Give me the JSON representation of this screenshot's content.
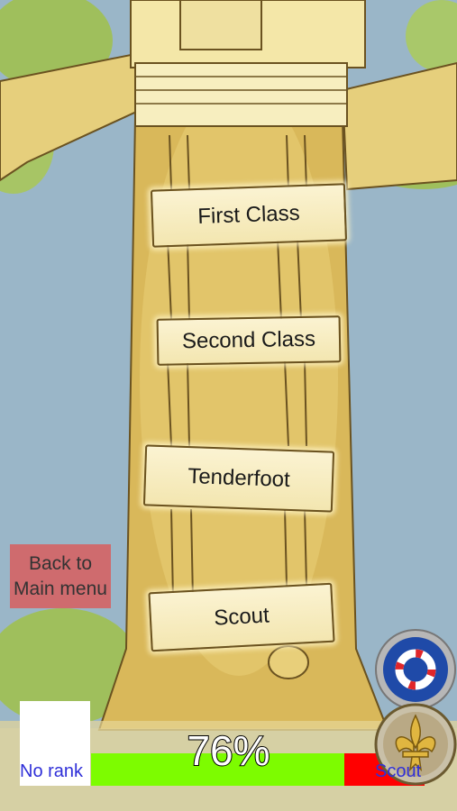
{
  "planks": [
    {
      "id": "first-class",
      "label": "First Class"
    },
    {
      "id": "second-class",
      "label": "Second Class"
    },
    {
      "id": "tenderfoot",
      "label": "Tenderfoot"
    },
    {
      "id": "scout",
      "label": "Scout"
    }
  ],
  "back_button": {
    "line1": "Back to",
    "line2": "Main menu"
  },
  "progress": {
    "text": "76%",
    "fraction": 0.76,
    "current_rank": "No rank",
    "next_rank": "Scout"
  },
  "colors": {
    "sky": "#9ab6c8",
    "trunk": "#d9b85a",
    "foliage": "#9fbf5c",
    "back_button": "#cf6b6e",
    "progress_fill": "#7dfc00",
    "progress_remaining": "#ff0000",
    "rank_text": "#2f2fd8"
  },
  "icons": {
    "top_badge": "lifebuoy-badge-icon",
    "bottom_badge": "fleur-de-lis-badge-icon"
  }
}
